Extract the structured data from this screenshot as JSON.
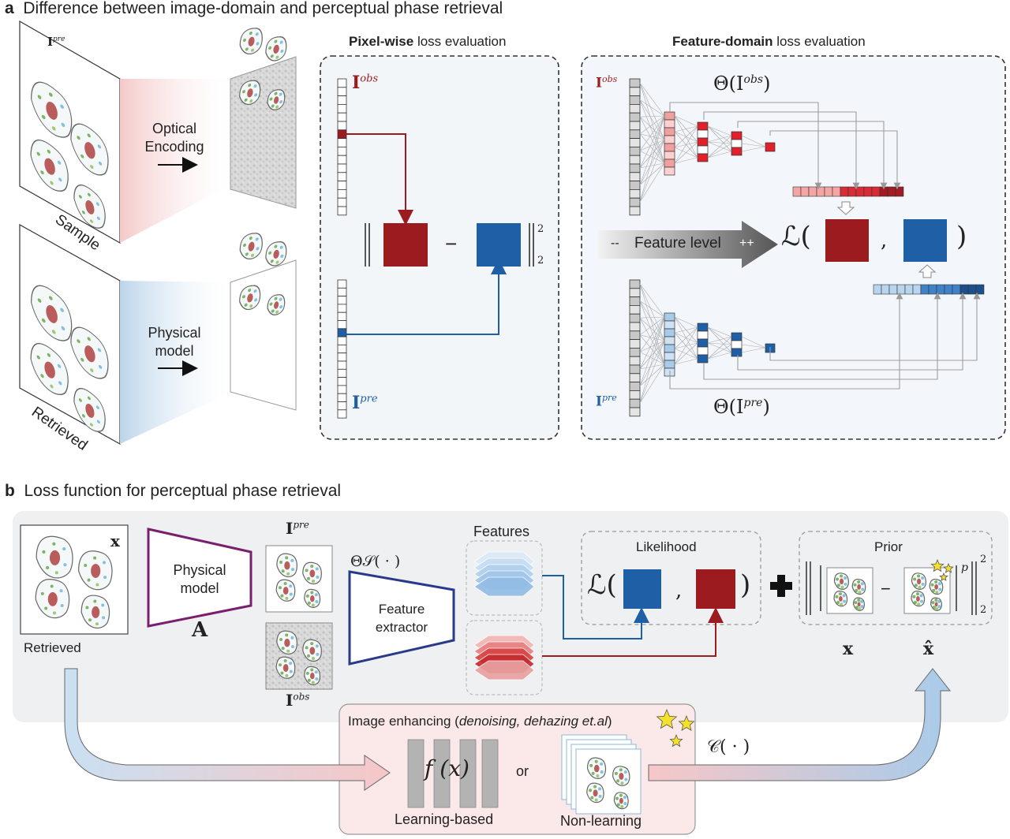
{
  "panel_a": {
    "letter": "a",
    "title": "Difference between image-domain and perceptual phase retrieval",
    "sample_label": "Sample",
    "retrieved_label": "Retrieved",
    "sample_ipre_base": "I",
    "sample_ipre_sup": "pre",
    "optical_encoding": [
      "Optical",
      "Encoding"
    ],
    "physical_model": [
      "Physical",
      "model"
    ],
    "pixel_box": {
      "title_bold": "Pixel-wise",
      "title_rest": " loss evaluation",
      "iobs_base": "I",
      "iobs_sup": "obs",
      "ipre_base": "I",
      "ipre_sup": "pre",
      "minus": "−",
      "norm_sup": "2",
      "norm_sub": "2"
    },
    "feature_box": {
      "title_bold": "Feature-domain",
      "title_rest": " loss evaluation",
      "iobs_base": "I",
      "iobs_sup": "obs",
      "ipre_base": "I",
      "ipre_sup": "pre",
      "theta_obs": "Θ(I",
      "theta_obs_sup": "obs",
      "theta_pre": "Θ(I",
      "theta_pre_sup": "pre",
      "theta_close": ")",
      "arrow_minus": "--",
      "arrow_label": "Feature level",
      "arrow_plus": "++",
      "loss_symbol": "ℒ(",
      "comma": ",",
      "close_paren": ")"
    }
  },
  "panel_b": {
    "letter": "b",
    "title": "Loss function for perceptual phase retrieval",
    "x_label": "x",
    "retrieved_label": "Retrieved",
    "physical_model": [
      "Physical",
      "model"
    ],
    "a_label": "A",
    "ipre_base": "I",
    "ipre_sup": "pre",
    "iobs_base": "I",
    "iobs_sup": "obs",
    "theta_s": "Θ𝒮(  ·  )",
    "feature_extractor": [
      "Feature",
      "extractor"
    ],
    "features_label": "Features",
    "likelihood_label": "Likelihood",
    "loss_symbol": "ℒ(",
    "comma": ",",
    "close_paren": ")",
    "plus": "+",
    "prior_label": "Prior",
    "prior_minus": "−",
    "prior_p": "p",
    "prior_sup": "2",
    "prior_sub": "2",
    "prior_x": "x",
    "prior_xhat": "x̂",
    "enhance_title_pre": "Image enhancing (",
    "enhance_title_it": "denoising, dehazing et.al",
    "enhance_title_post": ")",
    "fx_label": "f (x)",
    "or_label": "or",
    "learning_label": "Learning-based",
    "nonlearning_label": "Non-learning",
    "c_label": "𝒞(  ·  )"
  },
  "colors": {
    "red": "#9b1b1f",
    "blue": "#1f5fa6",
    "purple": "#7a1f6e",
    "navy": "#2a3a8a",
    "gray_panel": "#eef0f2",
    "pink_panel": "#fbe9e9"
  }
}
